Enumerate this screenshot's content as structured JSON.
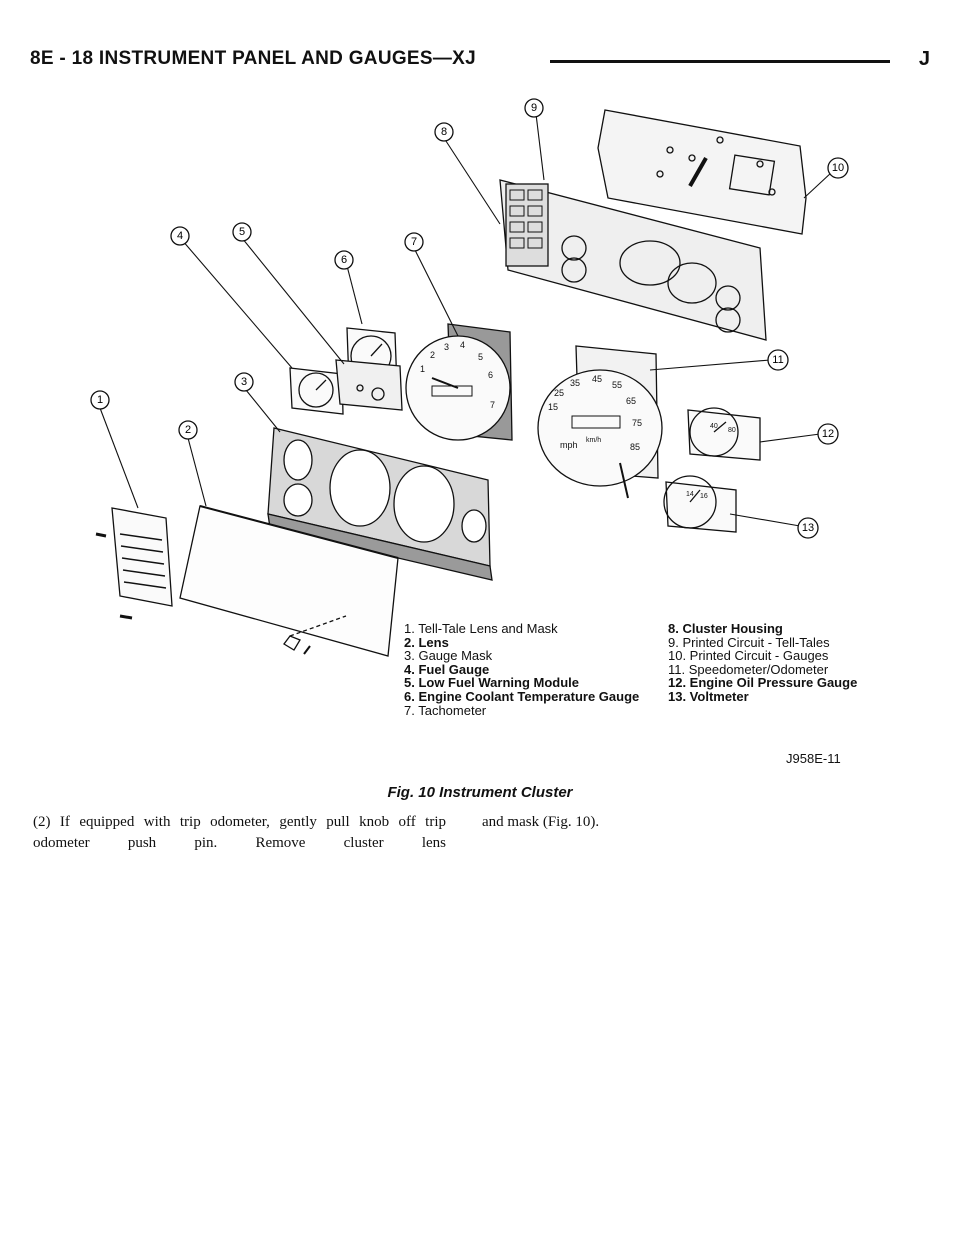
{
  "header": {
    "left": "8E - 18   INSTRUMENT PANEL AND GAUGES—XJ",
    "right": "J"
  },
  "figure": {
    "callouts": [
      "1",
      "2",
      "3",
      "4",
      "5",
      "6",
      "7",
      "8",
      "9",
      "10",
      "11",
      "12",
      "13"
    ],
    "gauge_text": {
      "tach_marks": [
        "1",
        "2",
        "3",
        "4",
        "5",
        "6",
        "7"
      ],
      "speedo_marks": [
        "15",
        "25",
        "35",
        "45",
        "55",
        "65",
        "75",
        "85"
      ],
      "speedo_unit": "mph",
      "speedo_unit2": "km/h",
      "oil_marks": [
        "40",
        "80"
      ],
      "volt_marks": [
        "14",
        "16"
      ]
    },
    "legend_left": [
      "1.  Tell-Tale Lens and Mask",
      "2.  Lens",
      "3.  Gauge Mask",
      "4.  Fuel Gauge",
      "5.  Low Fuel Warning Module",
      "6.  Engine Coolant Temperature Gauge",
      "7.  Tachometer"
    ],
    "legend_right": [
      "8.  Cluster Housing",
      "9.  Printed Circuit - Tell-Tales",
      "10.  Printed Circuit - Gauges",
      "11.  Speedometer/Odometer",
      "12.  Engine Oil Pressure Gauge",
      "13.  Voltmeter"
    ],
    "figure_id": "J958E-11",
    "caption": "Fig. 10 Instrument Cluster"
  },
  "body": {
    "left": "(2) If equipped with trip odometer, gently pull knob off trip odometer push pin. Remove cluster lens",
    "right": "and mask (Fig. 10)."
  }
}
